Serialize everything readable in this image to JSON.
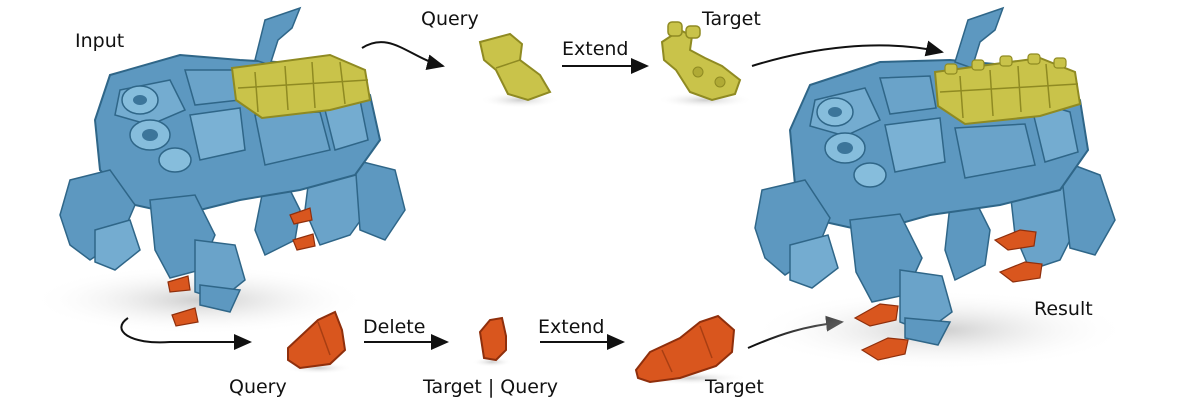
{
  "labels": {
    "input": "Input",
    "result": "Result",
    "top_query": "Query",
    "top_extend": "Extend",
    "top_target": "Target",
    "bottom_query": "Query",
    "bottom_delete": "Delete",
    "bottom_target_query": "Target | Query",
    "bottom_extend": "Extend",
    "bottom_target": "Target"
  },
  "colors": {
    "robot_blue": "#5d98c0",
    "robot_blue_dark": "#2f6688",
    "plate_yellow": "#c9c34a",
    "plate_yellow_dark": "#8f8a22",
    "claw_orange": "#d9561e",
    "claw_orange_dark": "#8f2f0c",
    "arrow": "#111111",
    "shadow": "#cfcfcf"
  }
}
